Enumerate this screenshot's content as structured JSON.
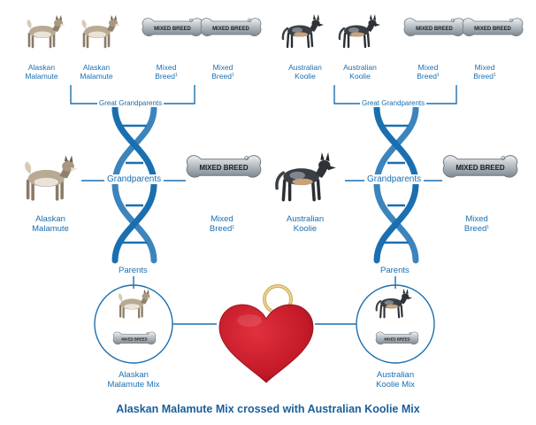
{
  "title": "Alaskan Malamute Mix crossed with Australian Koolie Mix",
  "sections": {
    "great_grandparents": "Great Grandparents",
    "grandparents": "Grandparents",
    "parents": "Parents"
  },
  "bone_tag_text": "MIXED BREED",
  "footnote_mark": "1",
  "colors": {
    "accent_blue": "#1a6fb0",
    "heart_red": "#c81a2a",
    "ring_gold": "#d4b15a",
    "bone_silver": "#9aa3ab"
  },
  "left_tree": {
    "great_grandparents": [
      {
        "line1": "Alaskan",
        "line2": "Malamute",
        "icon": "malamute-dog-icon"
      },
      {
        "line1": "Alaskan",
        "line2": "Malamute",
        "icon": "malamute-dog-icon"
      },
      {
        "line1": "Mixed",
        "line2": "Breed",
        "icon": "mixed-breed-bone-tag-icon"
      },
      {
        "line1": "Mixed",
        "line2": "Breed",
        "icon": "mixed-breed-bone-tag-icon"
      }
    ],
    "grandparents": [
      {
        "line1": "Alaskan",
        "line2": "Malamute",
        "icon": "malamute-dog-icon"
      },
      {
        "line1": "Mixed",
        "line2": "Breed",
        "icon": "mixed-breed-bone-tag-icon"
      }
    ],
    "parent": {
      "line1": "Alaskan",
      "line2": "Malamute Mix"
    }
  },
  "right_tree": {
    "great_grandparents": [
      {
        "line1": "Australian",
        "line2": "Koolie",
        "icon": "koolie-dog-icon"
      },
      {
        "line1": "Australian",
        "line2": "Koolie",
        "icon": "koolie-dog-icon"
      },
      {
        "line1": "Mixed",
        "line2": "Breed",
        "icon": "mixed-breed-bone-tag-icon"
      },
      {
        "line1": "Mixed",
        "line2": "Breed",
        "icon": "mixed-breed-bone-tag-icon"
      }
    ],
    "grandparents": [
      {
        "line1": "Australian",
        "line2": "Koolie",
        "icon": "koolie-dog-icon"
      },
      {
        "line1": "Mixed",
        "line2": "Breed",
        "icon": "mixed-breed-bone-tag-icon"
      }
    ],
    "parent": {
      "line1": "Australian",
      "line2": "Koolie Mix"
    }
  }
}
